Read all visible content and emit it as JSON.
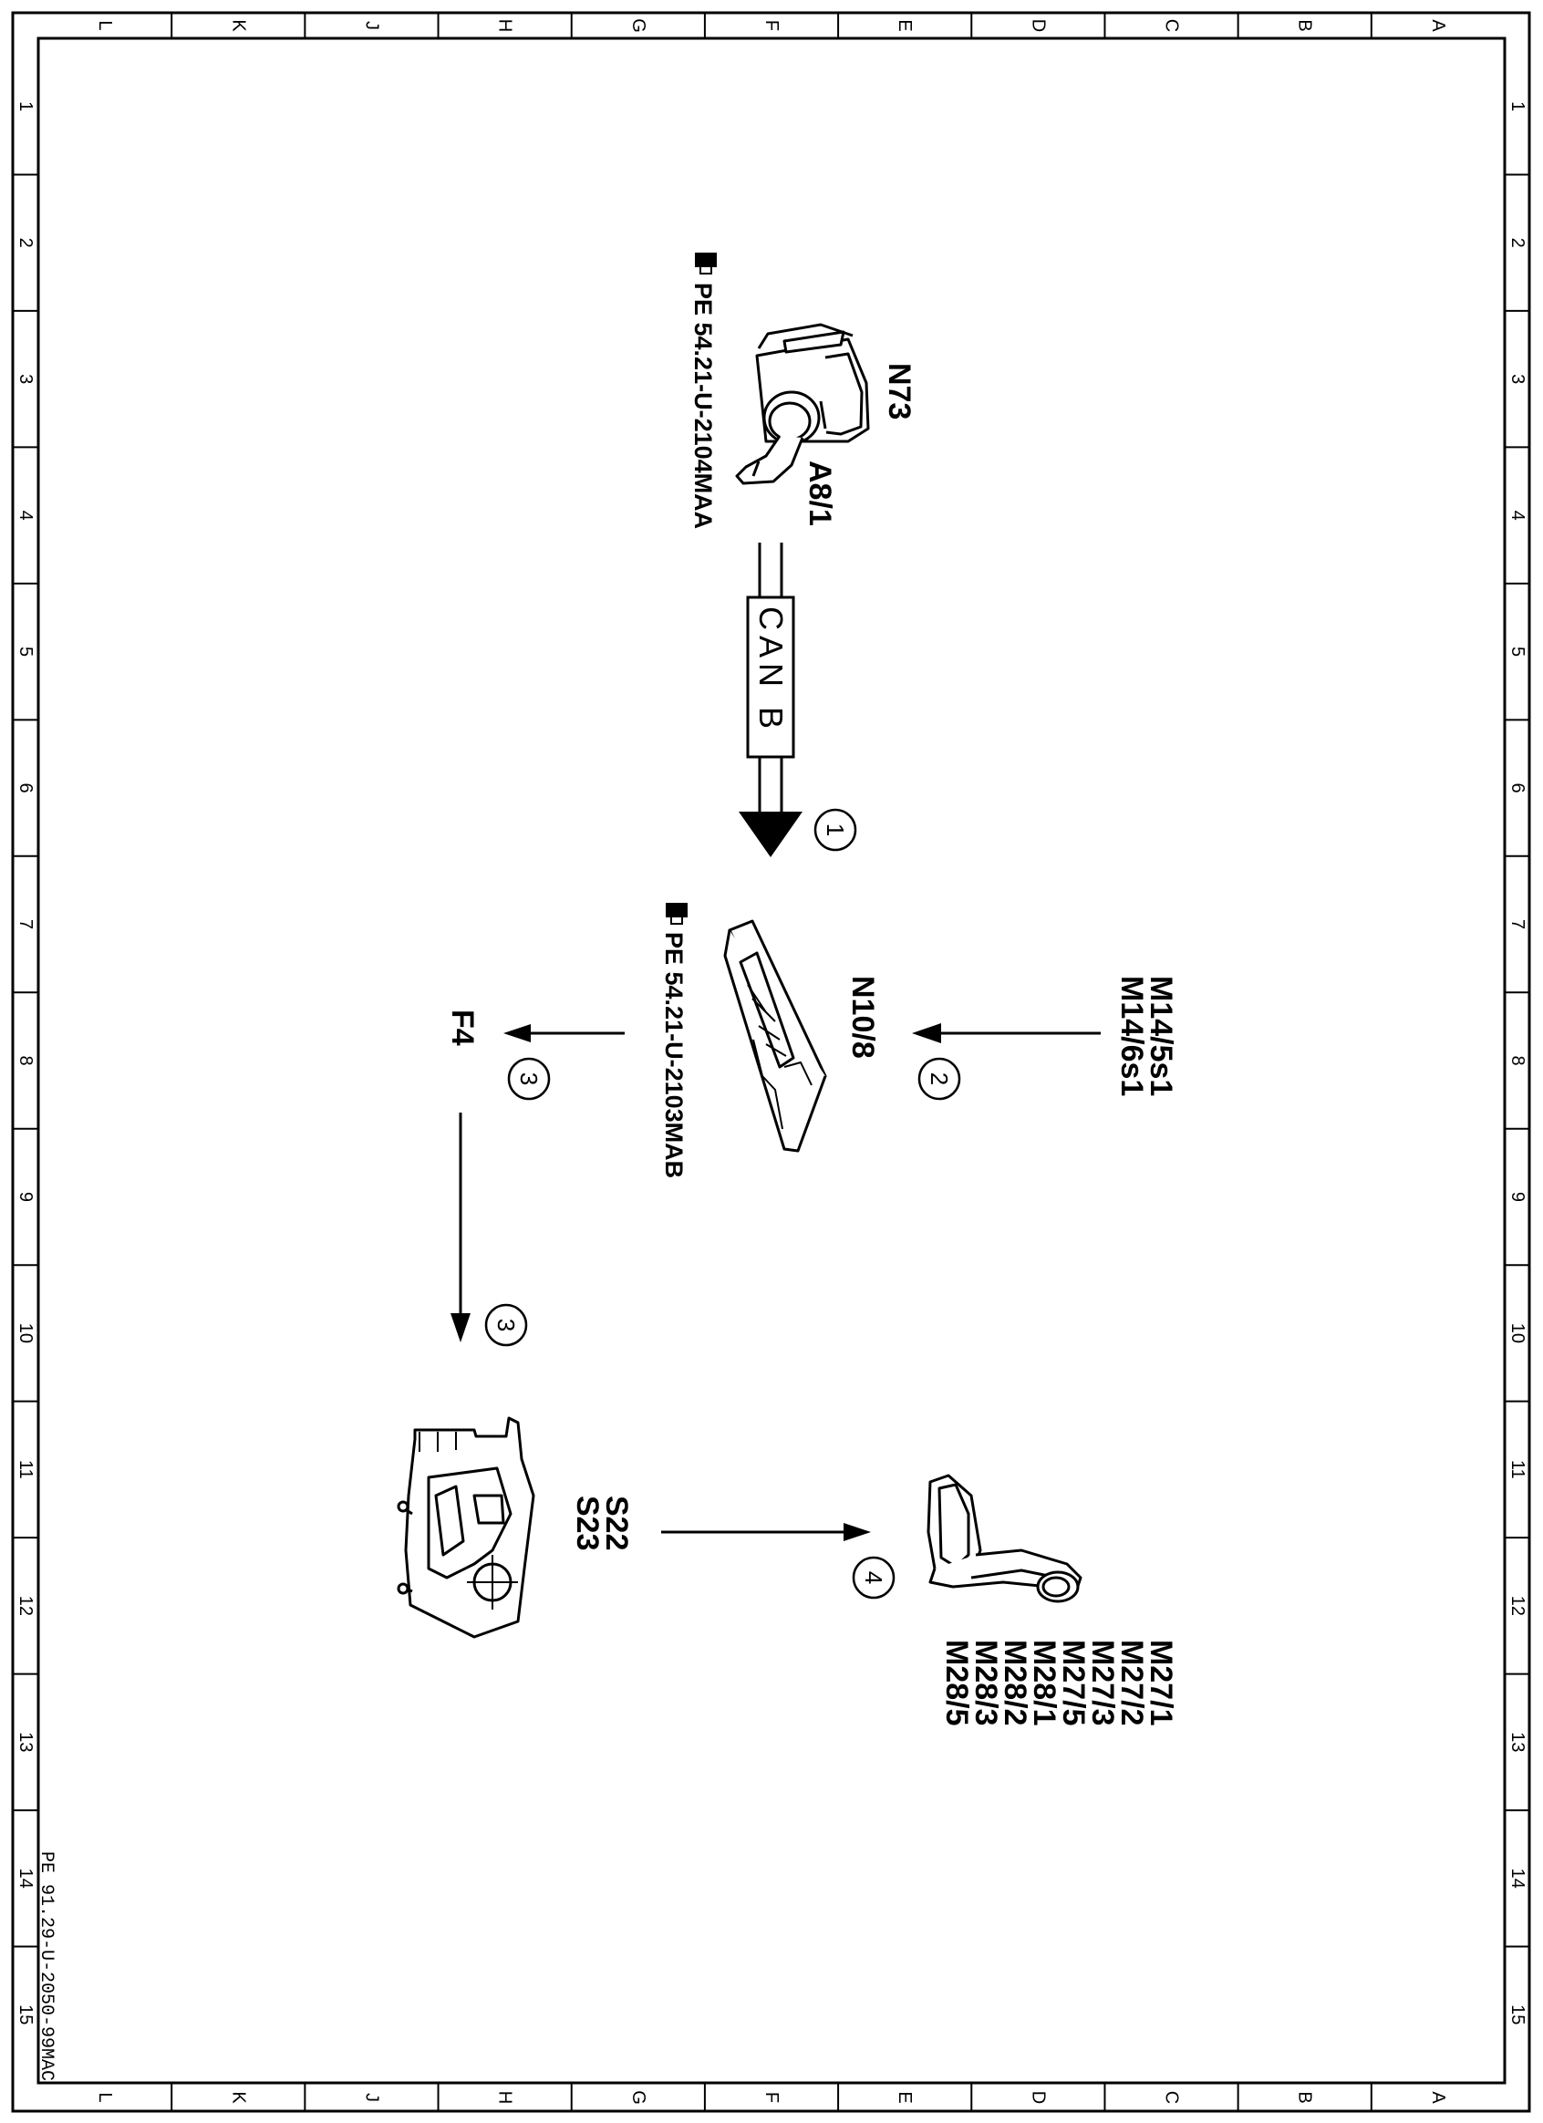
{
  "grid": {
    "columns": [
      "L",
      "K",
      "J",
      "H",
      "G",
      "F",
      "E",
      "D",
      "C",
      "B",
      "A"
    ],
    "rows": [
      "1",
      "2",
      "3",
      "4",
      "5",
      "6",
      "7",
      "8",
      "9",
      "10",
      "11",
      "12",
      "13",
      "14",
      "15"
    ]
  },
  "components": {
    "n73": "N73",
    "a8_1": "A8/1",
    "n73_ref": "PE 54.21-U-2104MAA",
    "can_bus": "CAN B",
    "n10_8": "N10/8",
    "n10_8_ref": "PE 54.21-U-2103MAB",
    "m14": [
      "M14/5s1",
      "M14/6s1"
    ],
    "f4": "F4",
    "s22_s23": [
      "S22",
      "S23"
    ],
    "m27_m28": [
      "M27/1",
      "M27/2",
      "M27/3",
      "M27/5",
      "M28/1",
      "M28/2",
      "M28/3",
      "M28/5"
    ]
  },
  "steps": {
    "s1": "1",
    "s2": "2",
    "s3a": "3",
    "s3b": "3",
    "s4": "4"
  },
  "footer": {
    "doc_code": "PE 91.29-U-2050-99MAC"
  }
}
